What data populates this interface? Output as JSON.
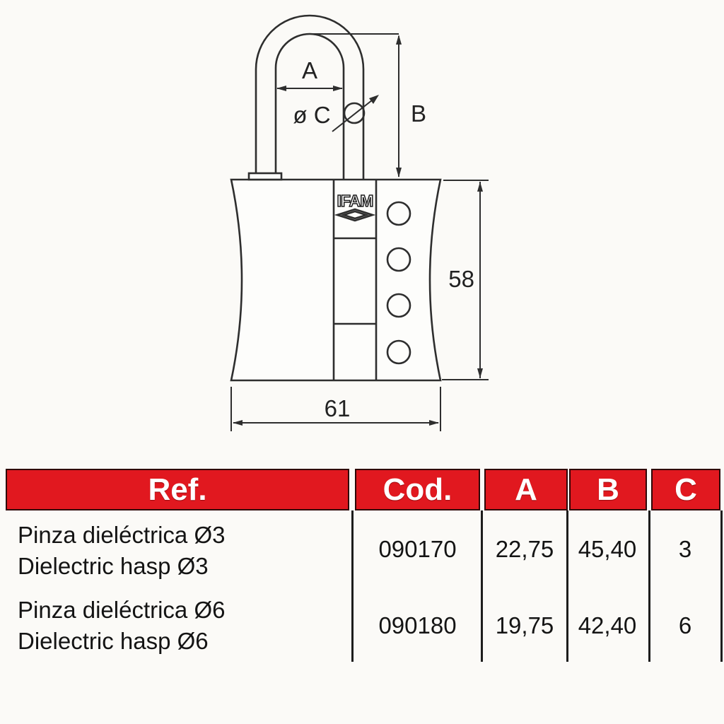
{
  "drawing": {
    "logo": "IFAM",
    "labels": {
      "a": "A",
      "b": "B",
      "c": "ø C",
      "body_height": "58",
      "body_width": "61"
    }
  },
  "table": {
    "headers": {
      "ref": "Ref.",
      "cod": "Cod.",
      "a": "A",
      "b": "B",
      "c": "C"
    },
    "rows": [
      {
        "ref_line1": "Pinza dieléctrica Ø3",
        "ref_line2": "Dielectric hasp Ø3",
        "cod": "090170",
        "a": "22,75",
        "b": "45,40",
        "c": "3"
      },
      {
        "ref_line1": "Pinza dieléctrica Ø6",
        "ref_line2": "Dielectric hasp Ø6",
        "cod": "090180",
        "a": "19,75",
        "b": "42,40",
        "c": "6"
      }
    ]
  },
  "colors": {
    "header_red": "#e1181f",
    "line": "#2e2e2e"
  }
}
